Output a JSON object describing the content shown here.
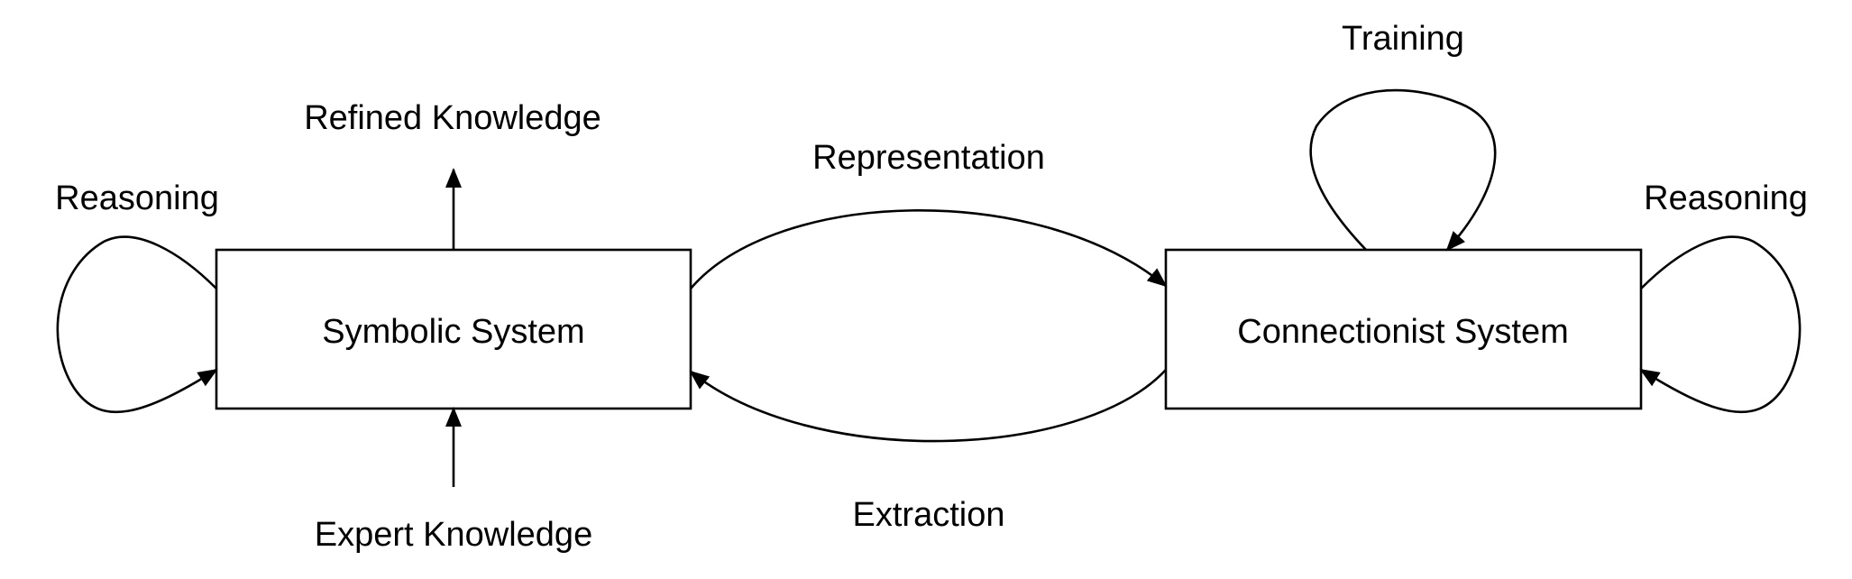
{
  "diagram": {
    "nodes": {
      "symbolic": {
        "label": "Symbolic System"
      },
      "connectionist": {
        "label": "Connectionist System"
      }
    },
    "edges": {
      "reasoning_left": {
        "label": "Reasoning"
      },
      "refined_knowledge": {
        "label": "Refined Knowledge"
      },
      "expert_knowledge": {
        "label": "Expert Knowledge"
      },
      "representation": {
        "label": "Representation"
      },
      "extraction": {
        "label": "Extraction"
      },
      "training": {
        "label": "Training"
      },
      "reasoning_right": {
        "label": "Reasoning"
      }
    },
    "colors": {
      "stroke": "#000000",
      "background": "#ffffff"
    }
  }
}
